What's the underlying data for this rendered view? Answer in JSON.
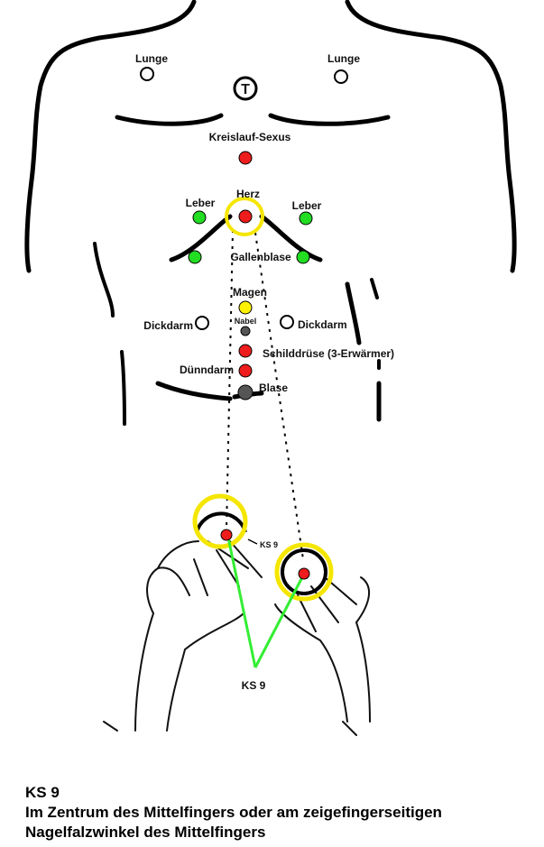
{
  "title": "KS 9 Akupunkturpunkt",
  "labels": {
    "lunge_left": "Lunge",
    "lunge_right": "Lunge",
    "center_symbol": "T",
    "kreislauf": "Kreislauf-Sexus",
    "herz": "Herz",
    "leber_left": "Leber",
    "leber_right": "Leber",
    "gallenblase": "Gallenblase",
    "magen": "Magen",
    "nabel": "Nabel",
    "dickdarm_left": "Dickdarm",
    "dickdarm_right": "Dickdarm",
    "schilddruese": "Schilddrüse (3-Erwärmer)",
    "duenndarm": "Dünndarm",
    "blase": "Blase",
    "hand_label_small": "KS 9",
    "hand_label": "KS 9"
  },
  "caption": {
    "line1": "KS 9",
    "line2": "Im Zentrum des Mittelfingers oder am zeigefingerseitigen",
    "line3": "Nagelfalzwinkel des Mittelfingers"
  },
  "colors": {
    "red": "#ee1c1c",
    "green": "#22dd22",
    "yellow": "#fff200",
    "grey": "#555555",
    "highlight_ring": "#f5e600",
    "pointer_line": "#33ee33"
  }
}
